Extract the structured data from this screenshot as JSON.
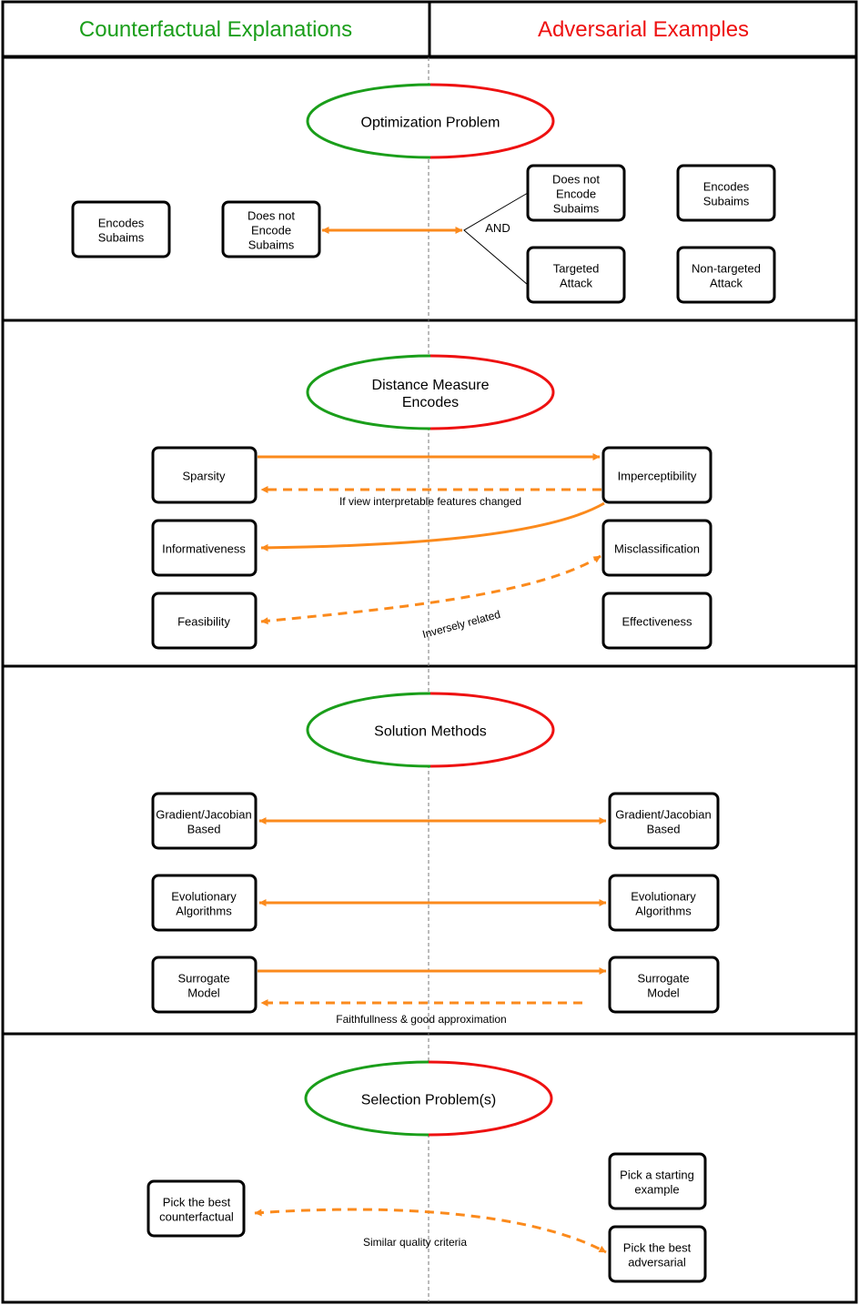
{
  "colors": {
    "counterfactual": "#1a9e1a",
    "adversarial": "#ee1111",
    "arrow": "#fb8a1c",
    "border": "#000000",
    "background": "#ffffff",
    "center_line": "#777777"
  },
  "header": {
    "left_title": "Counterfactual Explanations",
    "right_title": "Adversarial Examples"
  },
  "sections": {
    "optimization": {
      "ellipse_lines": [
        "Optimization Problem"
      ],
      "cf_encodes": [
        "Encodes",
        "Subaims"
      ],
      "cf_not_encode": [
        "Does not",
        "Encode",
        "Subaims"
      ],
      "and_label": "AND",
      "ae_not_encode": [
        "Does not",
        "Encode",
        "Subaims"
      ],
      "ae_encodes": [
        "Encodes",
        "Subaims"
      ],
      "targeted": [
        "Targeted",
        "Attack"
      ],
      "non_targeted": [
        "Non-targeted",
        "Attack"
      ]
    },
    "distance": {
      "ellipse_lines": [
        "Distance Measure",
        "Encodes"
      ],
      "sparsity": [
        "Sparsity"
      ],
      "informativeness": [
        "Informativeness"
      ],
      "feasibility": [
        "Feasibility"
      ],
      "imperceptibility": [
        "Imperceptibility"
      ],
      "misclassification": [
        "Misclassification"
      ],
      "effectiveness": [
        "Effectiveness"
      ],
      "label_view": "If view interpretable features changed",
      "label_inverse": "Inversely related"
    },
    "solution": {
      "ellipse_lines": [
        "Solution Methods"
      ],
      "cf_gradient": [
        "Gradient/Jacobian",
        "Based"
      ],
      "cf_evolutionary": [
        "Evolutionary",
        "Algorithms"
      ],
      "cf_surrogate": [
        "Surrogate",
        "Model"
      ],
      "ae_gradient": [
        "Gradient/Jacobian",
        "Based"
      ],
      "ae_evolutionary": [
        "Evolutionary",
        "Algorithms"
      ],
      "ae_surrogate": [
        "Surrogate",
        "Model"
      ],
      "label_faithful": "Faithfullness & good approximation"
    },
    "selection": {
      "ellipse_lines": [
        "Selection Problem(s)"
      ],
      "cf_pick": [
        "Pick the best",
        "counterfactual"
      ],
      "ae_start": [
        "Pick a starting",
        "example"
      ],
      "ae_pick": [
        "Pick the best",
        "adversarial"
      ],
      "label_similar": "Similar quality criteria"
    }
  }
}
